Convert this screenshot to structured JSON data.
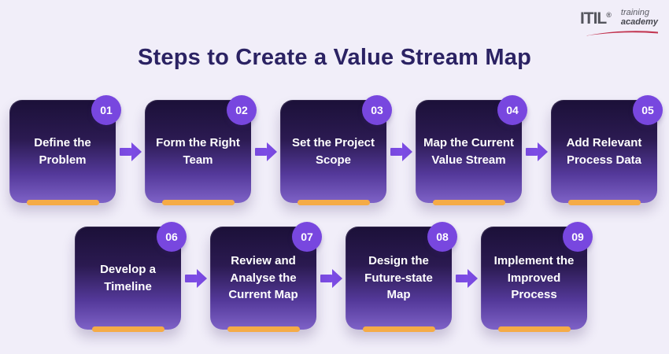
{
  "title": "Steps to Create a Value Stream Map",
  "logo": {
    "brand_text": "ITIL",
    "registered_mark": "®",
    "line1": "training",
    "line2": "academy"
  },
  "steps": [
    {
      "number": "01",
      "label": "Define the Problem"
    },
    {
      "number": "02",
      "label": "Form the Right Team"
    },
    {
      "number": "03",
      "label": "Set the Project Scope"
    },
    {
      "number": "04",
      "label": "Map the Current Value Stream"
    },
    {
      "number": "05",
      "label": "Add Relevant Process Data"
    },
    {
      "number": "06",
      "label": "Develop a Timeline"
    },
    {
      "number": "07",
      "label": "Review and Analyse the Current Map"
    },
    {
      "number": "08",
      "label": "Design the Future-state Map"
    },
    {
      "number": "09",
      "label": "Implement the Improved Process"
    }
  ],
  "colors": {
    "background": "#f1eef9",
    "title_text": "#2b2263",
    "card_gradient_top": "#1b1038",
    "card_gradient_bottom": "#7e62c7",
    "badge_purple": "#7847df",
    "arrow_purple": "#7c4ce4",
    "underline_orange": "#f5ab47",
    "card_text": "#ffffff",
    "logo_gray": "#54555d",
    "logo_swoosh_red": "#c23450"
  }
}
